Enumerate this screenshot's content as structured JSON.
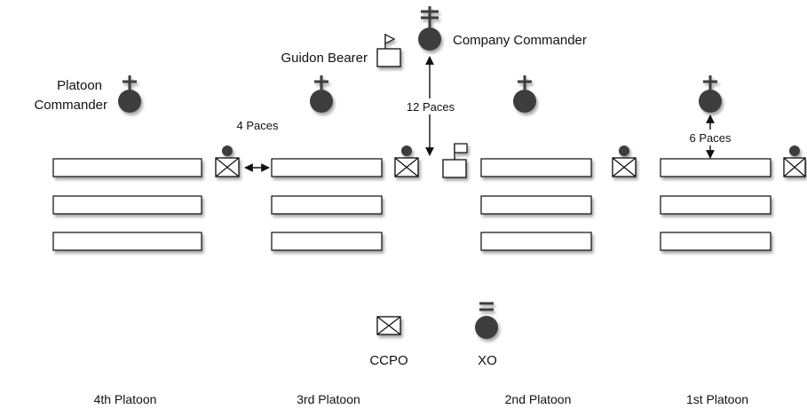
{
  "labels": {
    "company_commander": "Company Commander",
    "guidon_bearer": "Guidon Bearer",
    "platoon_commander_line1": "Platoon",
    "platoon_commander_line2": "Commander",
    "four_paces": "4 Paces",
    "twelve_paces": "12 Paces",
    "six_paces": "6 Paces",
    "ccpo": "CCPO",
    "xo": "XO"
  },
  "platoons": [
    {
      "label": "4th Platoon"
    },
    {
      "label": "3rd Platoon"
    },
    {
      "label": "2nd Platoon"
    },
    {
      "label": "1st Platoon"
    }
  ],
  "colors": {
    "officer": "#3d3d3d",
    "outline": "#111111",
    "fill": "#ffffff"
  }
}
